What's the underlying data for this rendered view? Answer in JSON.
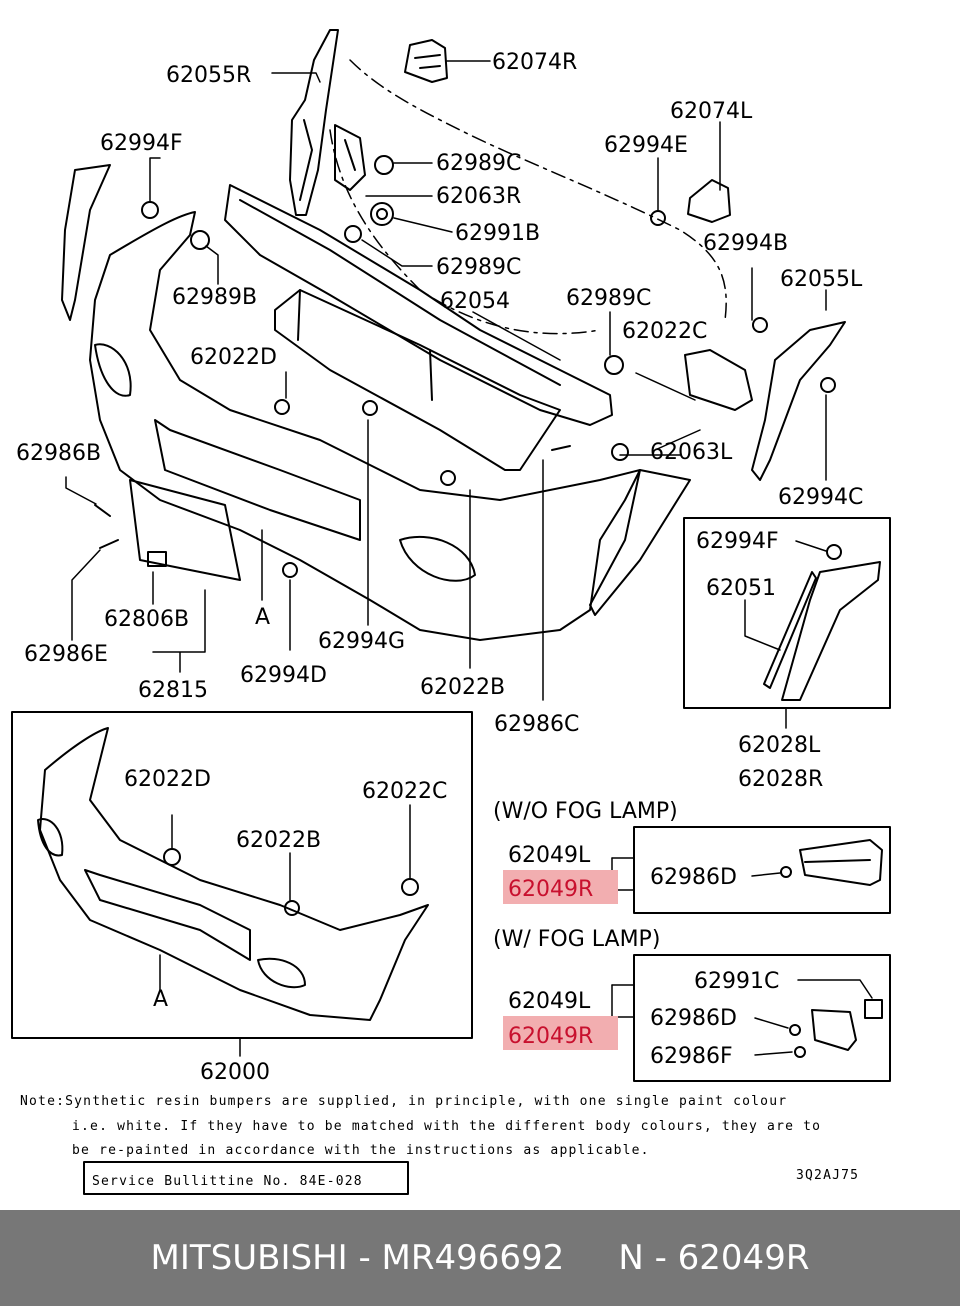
{
  "labels": {
    "p62055R": "62055R",
    "p62074R": "62074R",
    "p62074L": "62074L",
    "p62994F_top": "62994F",
    "p62994E": "62994E",
    "p62989C_1": "62989C",
    "p62063R": "62063R",
    "p62991B": "62991B",
    "p62989C_2": "62989C",
    "p62989B": "62989B",
    "p62054": "62054",
    "p62989C_3": "62989C",
    "p62994B": "62994B",
    "p62055L": "62055L",
    "p62022C_top": "62022C",
    "p62022D_top": "62022D",
    "p62063L": "62063L",
    "p62986B": "62986B",
    "p62994C": "62994C",
    "p62994F_box": "62994F",
    "p62051": "62051",
    "p62806B": "62806B",
    "p62986E": "62986E",
    "p62815": "62815",
    "markA_top": "A",
    "p62994D": "62994D",
    "p62994G": "62994G",
    "p62022B_top": "62022B",
    "p62986C": "62986C",
    "p62028L": "62028L",
    "p62028R": "62028R",
    "p62022D_low": "62022D",
    "p62022C_low": "62022C",
    "p62022B_low": "62022B",
    "markA_low": "A",
    "p62000": "62000",
    "wo_fog": "(W/O FOG LAMP)",
    "p62049L_1": "62049L",
    "p62049R_1": "62049R",
    "p62986D_1": "62986D",
    "w_fog": "(W/ FOG LAMP)",
    "p62991C": "62991C",
    "p62049L_2": "62049L",
    "p62049R_2": "62049R",
    "p62986D_2": "62986D",
    "p62986F": "62986F"
  },
  "note": {
    "line1": "Note:Synthetic resin bumpers are supplied, in principle, with one single paint colour",
    "line2": "i.e. white. If they have to be matched with the different body colours, they are to",
    "line3": "be re-painted in accordance with the instructions as applicable."
  },
  "service_bulletin": "Service Bullittine No. 84E-028",
  "drawing_code": "3Q2AJ75",
  "footer_text": "MITSUBISHI - MR496692     N - 62049R",
  "colors": {
    "highlight_fill": "#f2aeb0",
    "highlight_text": "#c8102e",
    "footer_bg": "#777777"
  }
}
